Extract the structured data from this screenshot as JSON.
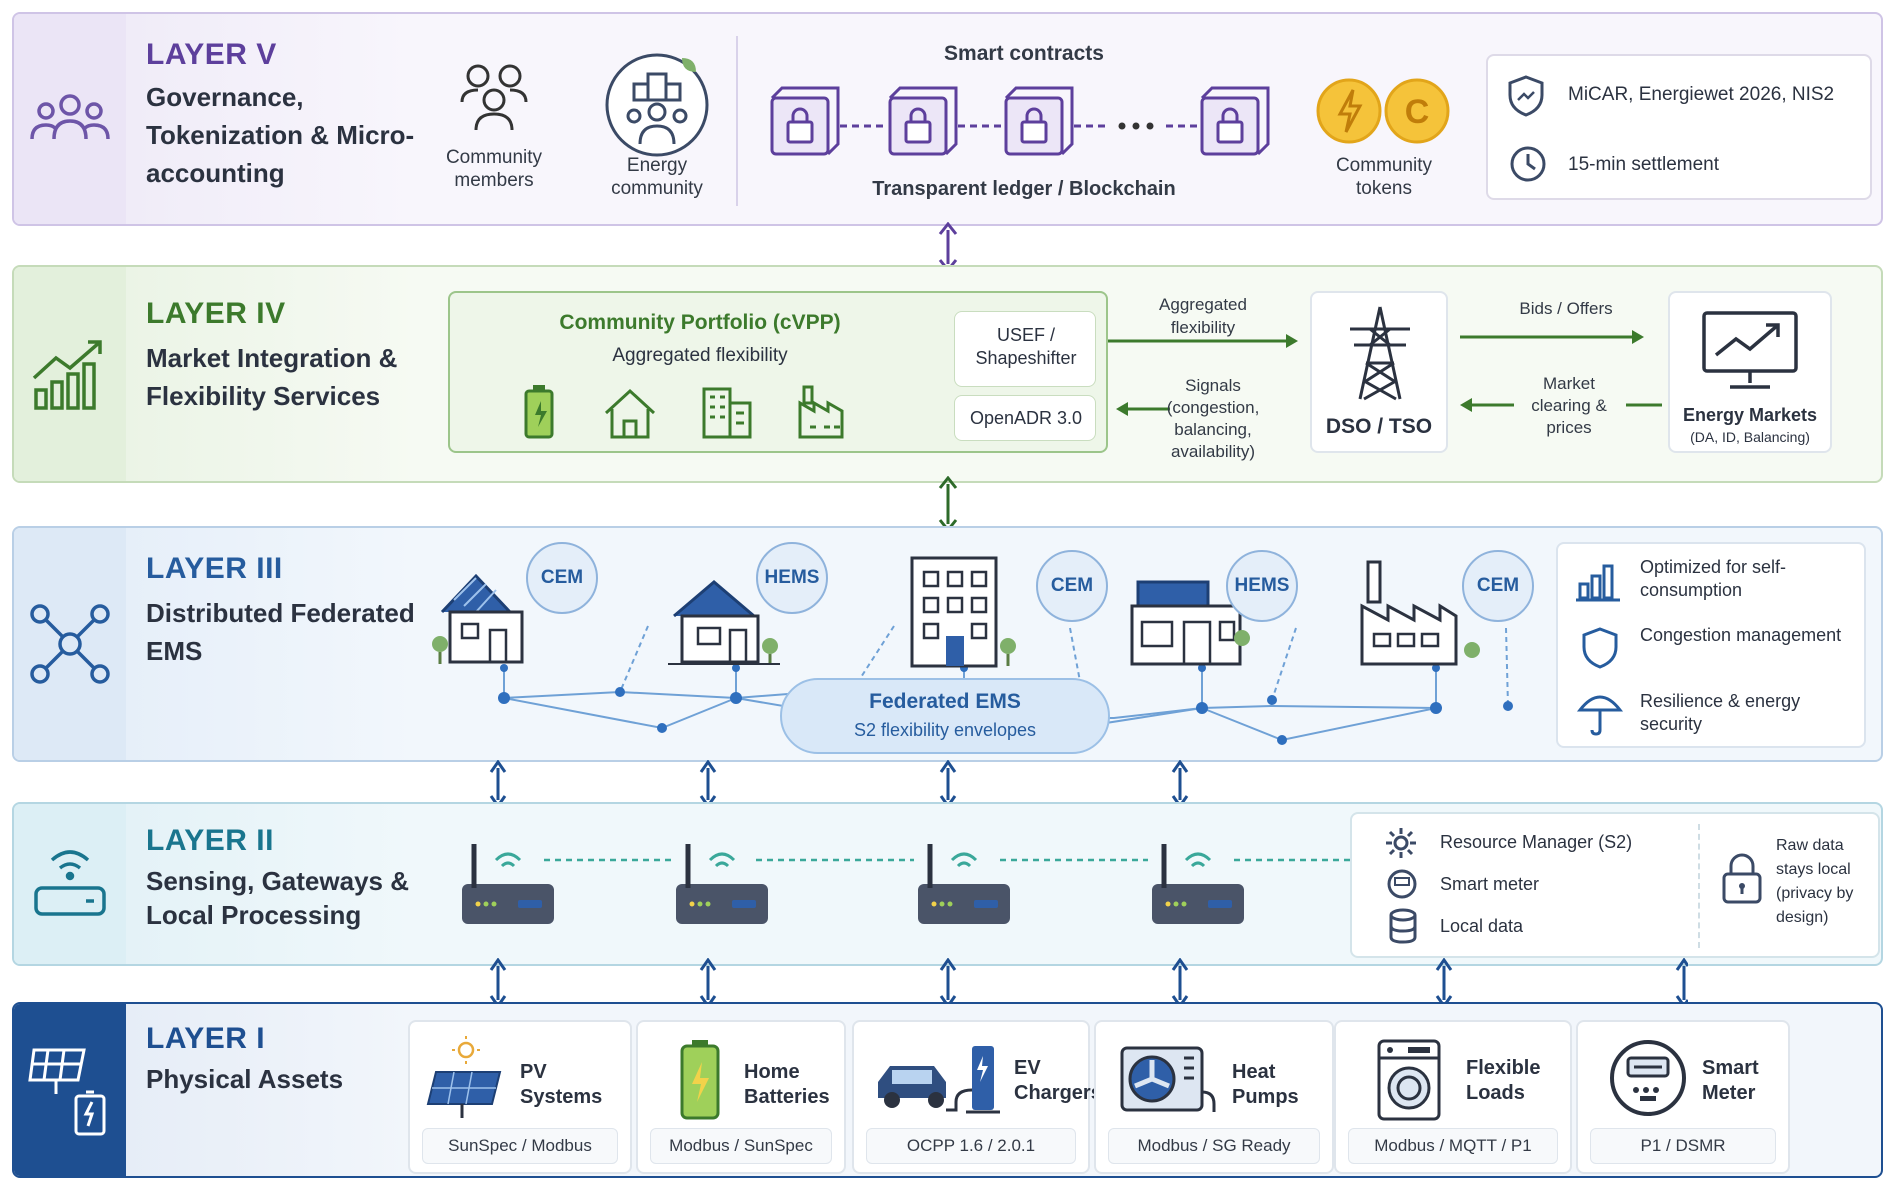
{
  "layers": {
    "l5": {
      "code": "LAYER V",
      "title": "Governance, Tokenization & Micro-accounting",
      "community_members": "Community members",
      "energy_community": "Energy community",
      "smart_contracts": "Smart contracts",
      "ledger": "Transparent ledger / Blockchain",
      "tokens": "Community tokens",
      "regulation": "MiCAR, Energiewet 2026, NIS2",
      "settlement": "15-min settlement",
      "icons": [
        "people-icon",
        "community-icon",
        "lock-block-icon",
        "bolt-coin-icon",
        "c-coin-icon",
        "shield-icon",
        "clock-icon"
      ],
      "color": "#5d3f9c"
    },
    "l4": {
      "code": "LAYER IV",
      "title": "Market Integration & Flexibility Services",
      "portfolio_title": "Community Portfolio (cVPP)",
      "portfolio_sub": "Aggregated flexibility",
      "usef": "USEF / Shapeshifter",
      "openadr": "OpenADR 3.0",
      "agg_flex": "Aggregated flexibility",
      "signals": "Signals (congestion, balancing, availability)",
      "dso": "DSO / TSO",
      "bids": "Bids / Offers",
      "clearing": "Market clearing & prices",
      "markets": "Energy Markets",
      "markets_sub": "(DA, ID, Balancing)",
      "icons": [
        "growth-chart-icon",
        "battery-icon",
        "house-icon",
        "building-icon",
        "factory-icon",
        "pylon-icon",
        "monitor-chart-icon"
      ],
      "color": "#3c7a2c"
    },
    "l3": {
      "code": "LAYER III",
      "title": "Distributed Federated EMS",
      "badges": [
        "CEM",
        "HEMS",
        "CEM",
        "HEMS",
        "CEM"
      ],
      "federated": "Federated EMS",
      "federated_sub": "S2 flexibility envelopes",
      "benefits": [
        "Optimized for self-consumption",
        "Congestion management",
        "Resilience & energy security"
      ],
      "icons": [
        "network-icon",
        "solar-house-icon",
        "house-icon",
        "apartment-icon",
        "commercial-building-icon",
        "factory-icon",
        "bar-chart-icon",
        "shield-icon",
        "umbrella-icon"
      ],
      "color": "#265c9e"
    },
    "l2": {
      "code": "LAYER II",
      "title": "Sensing, Gateways & Local Processing",
      "resource_manager": "Resource Manager (S2)",
      "smart_meter": "Smart meter",
      "local_data": "Local data",
      "privacy": "Raw data stays local (privacy by design)",
      "icons": [
        "router-icon",
        "gear-icon",
        "meter-icon",
        "database-icon",
        "lock-icon"
      ],
      "color": "#19758e"
    },
    "l1": {
      "code": "LAYER I",
      "title": "Physical Assets",
      "assets": [
        {
          "name": "PV Systems",
          "proto": "SunSpec / Modbus",
          "icon": "solar-panel-icon"
        },
        {
          "name": "Home Batteries",
          "proto": "Modbus / SunSpec",
          "icon": "battery-icon"
        },
        {
          "name": "EV Chargers",
          "proto": "OCPP 1.6 / 2.0.1",
          "icon": "ev-charger-icon"
        },
        {
          "name": "Heat Pumps",
          "proto": "Modbus / SG Ready",
          "icon": "heat-pump-icon"
        },
        {
          "name": "Flexible Loads",
          "proto": "Modbus / MQTT / P1",
          "icon": "washing-machine-icon"
        },
        {
          "name": "Smart Meter",
          "proto": "P1 / DSMR",
          "icon": "smart-meter-icon"
        }
      ],
      "color": "#1e4f91"
    }
  }
}
